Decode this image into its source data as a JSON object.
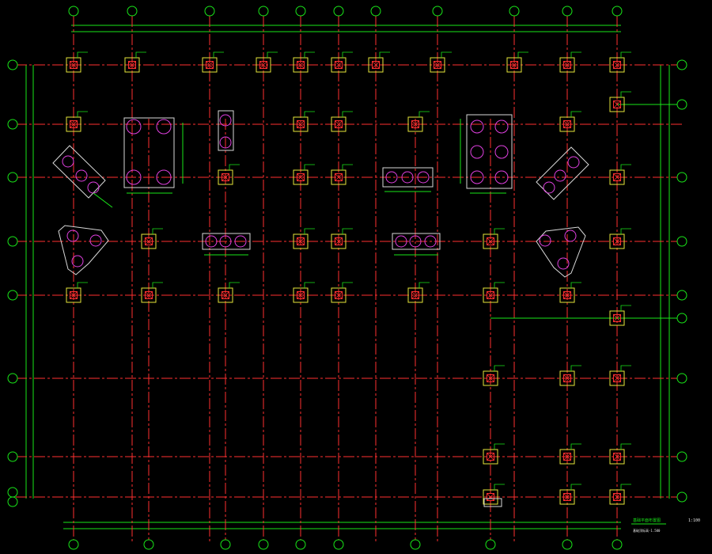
{
  "title": {
    "main": "基础平面布置图",
    "scale": "1:100",
    "sub": "基础顶标高-1.500"
  },
  "colors": {
    "background": "#000000",
    "grid": "#ff3030",
    "dimension": "#19e619",
    "pile_cap": "#e6e63a",
    "pile": "#e040e0"
  }
}
